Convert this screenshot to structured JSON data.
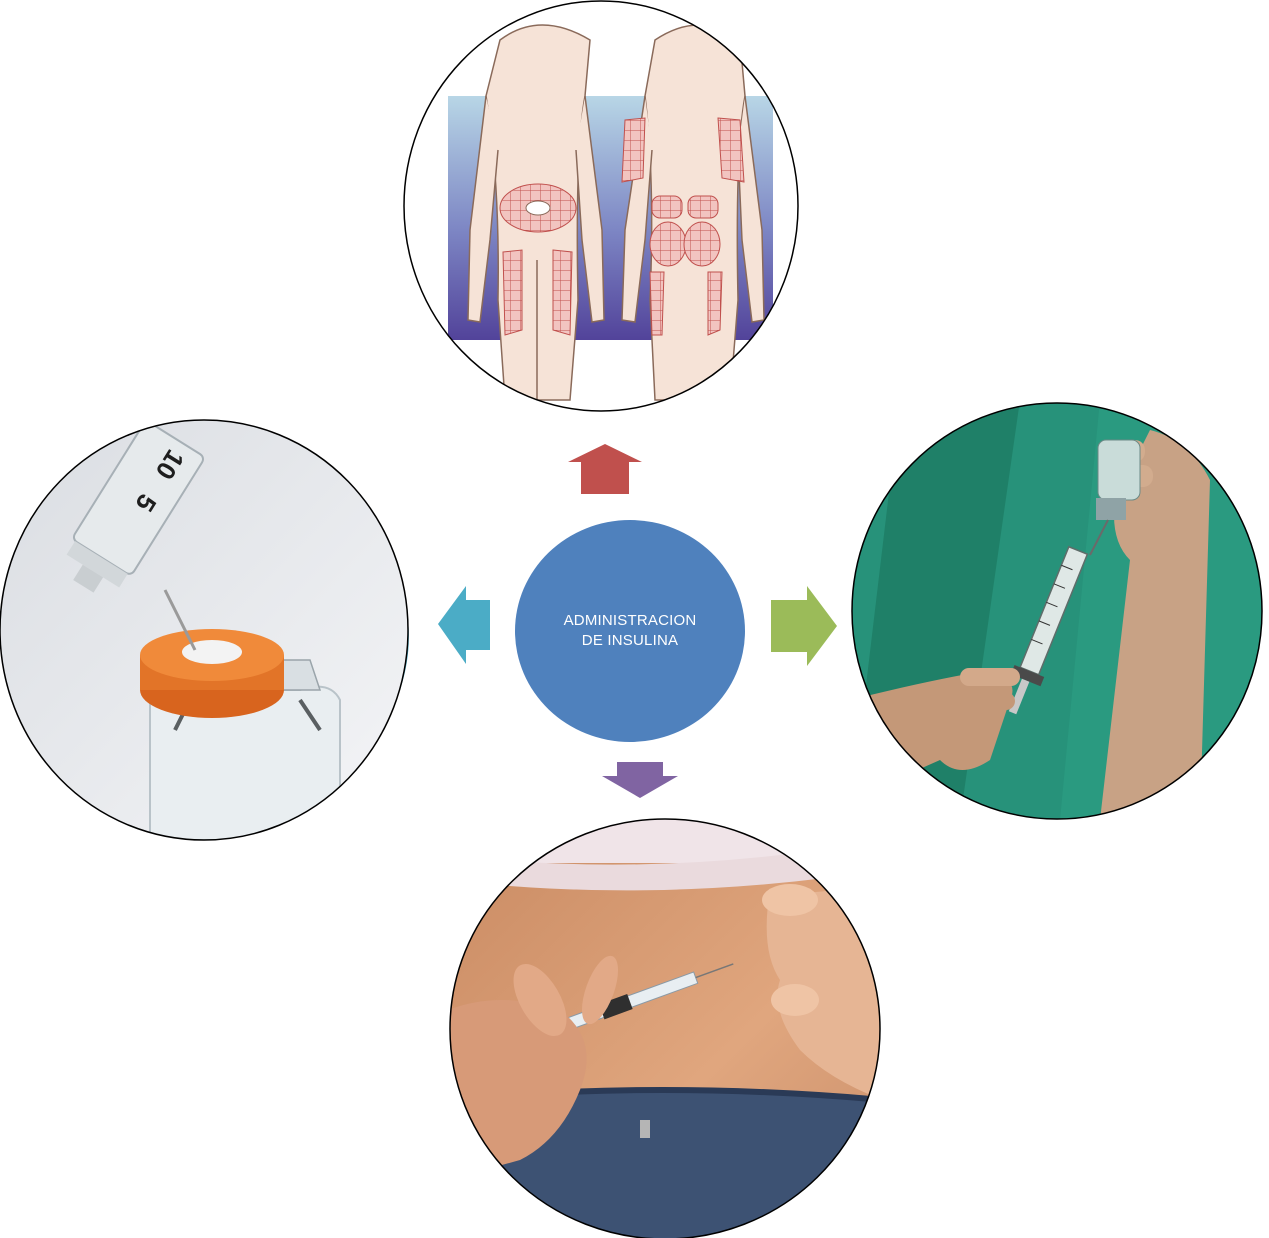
{
  "center": {
    "line1": "ADMINISTRACION",
    "line2": "DE INSULINA",
    "color": "#4F81BD"
  },
  "arrows": {
    "up": "#C0504D",
    "right": "#9BBB59",
    "down": "#8064A2",
    "left": "#4BACC6"
  },
  "nodes": {
    "top": "body-injection-sites-illustration",
    "right": "hands-drawing-insulin-from-vial-illustration",
    "bottom": "abdominal-subcutaneous-injection-photo",
    "left": "syringe-needle-in-vial-photo"
  }
}
